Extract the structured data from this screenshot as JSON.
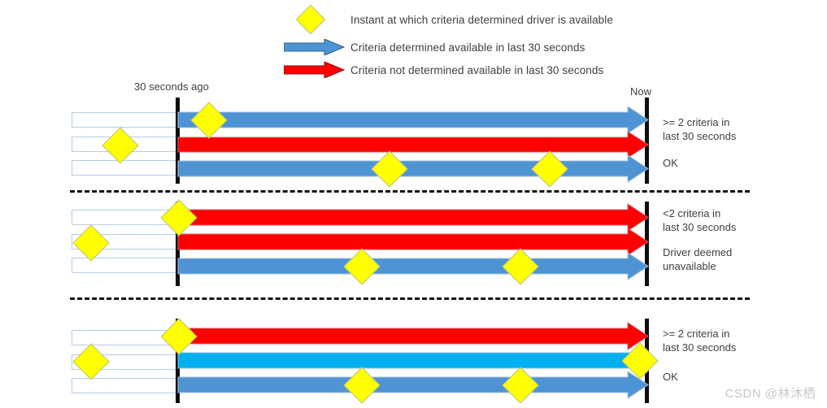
{
  "legend": {
    "items": [
      {
        "icon": "yellow-diamond",
        "label": "Instant at which criteria determined driver is available"
      },
      {
        "icon": "blue-arrow",
        "label": "Criteria determined available in last 30 seconds"
      },
      {
        "icon": "red-arrow",
        "label": "Criteria not determined available in last 30 seconds"
      }
    ]
  },
  "axis": {
    "start_label": "30 seconds ago",
    "end_label": "Now"
  },
  "colors": {
    "blue": "#4e94d4",
    "bright_blue": "#00b0f0",
    "red": "#ff0000",
    "diamond": "#ffff00",
    "diamond_outline": "#b6bf8f",
    "rule": "#0d0d0d",
    "box_border": "#b8cce4",
    "text": "#3f3f3f",
    "watermark": "#c8c8c8"
  },
  "panels": [
    {
      "name": "panel-1",
      "rows": [
        {
          "color": "blue",
          "arrowhead": true,
          "diamonds": [
            256
          ]
        },
        {
          "color": "red",
          "arrowhead": true,
          "diamonds": [
            147
          ]
        },
        {
          "color": "blue",
          "arrowhead": true,
          "diamonds": [
            478,
            675
          ]
        }
      ],
      "annotations": [
        {
          "text": "&gt;= 2 criteria in\nlast 30 seconds"
        },
        {
          "text": "OK"
        }
      ]
    },
    {
      "name": "panel-2",
      "rows": [
        {
          "color": "red",
          "arrowhead": true,
          "diamonds": [
            219
          ]
        },
        {
          "color": "red",
          "arrowhead": true,
          "diamonds": [
            111
          ]
        },
        {
          "color": "blue",
          "arrowhead": true,
          "diamonds": [
            444,
            639
          ]
        }
      ],
      "annotations": [
        {
          "text": "<2 criteria in\nlast 30 seconds"
        },
        {
          "text": "Driver deemed\nunavailable"
        }
      ]
    },
    {
      "name": "panel-3",
      "rows": [
        {
          "color": "red",
          "arrowhead": true,
          "diamonds": [
            219
          ]
        },
        {
          "color": "bright_blue",
          "arrowhead": false,
          "diamonds": [
            786
          ]
        },
        {
          "color": "blue",
          "arrowhead": true,
          "diamonds": [
            444,
            639
          ]
        }
      ],
      "annotations": [
        {
          "text": "&gt;= 2 criteria in\nlast 30 seconds"
        },
        {
          "text": "OK"
        }
      ]
    }
  ],
  "watermark": "CSDN @林沐栖"
}
